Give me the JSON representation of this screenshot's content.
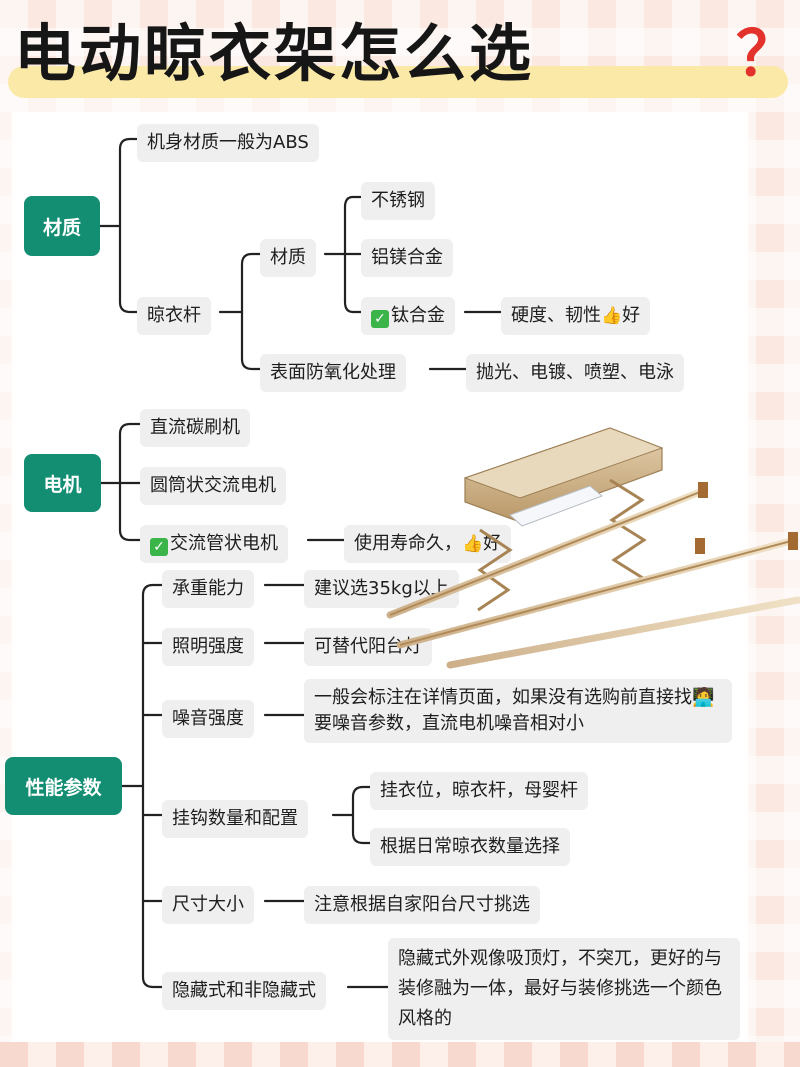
{
  "title": {
    "text": "电动晾衣架怎么选",
    "mark": "？"
  },
  "categories": {
    "material": "材质",
    "motor": "电机",
    "performance": "性能参数"
  },
  "material": {
    "body": "机身材质一般为ABS",
    "pole": "晾衣杆",
    "pole_material": "材质",
    "stainless": "不锈钢",
    "alloy_mg": "铝镁合金",
    "titanium": "钛合金",
    "titanium_note_a": "硬度、韧性",
    "titanium_note_b": "好",
    "surface": "表面防氧化处理",
    "surface_options": "抛光、电镀、喷塑、电泳"
  },
  "motor": {
    "dc": "直流碳刷机",
    "ac_cyl": "圆筒状交流电机",
    "ac_tube": "交流管状电机",
    "ac_tube_note_a": "使用寿命久，",
    "ac_tube_note_b": "好"
  },
  "performance": {
    "load": "承重能力",
    "load_note": "建议选35kg以上",
    "light": "照明强度",
    "light_note": "可替代阳台灯",
    "noise": "噪音强度",
    "noise_note": "一般会标注在详情页面，如果没有选购前直接找🧑‍💻要噪音参数，直流电机噪音相对小",
    "hooks": "挂钩数量和配置",
    "hooks_note1": "挂衣位，晾衣杆，母婴杆",
    "hooks_note2": "根据日常晾衣数量选择",
    "size": "尺寸大小",
    "size_note": "注意根据自家阳台尺寸挑选",
    "hidden": "隐藏式和非隐藏式",
    "hidden_note": "隐藏式外观像吸顶灯，不突兀，更好的与装修融为一体，最好与装修挑选一个颜色风格的"
  },
  "icons": {
    "check": "check-box-icon",
    "thumb": "thumbs-up-icon",
    "product": "clothes-rack-photo"
  },
  "colors": {
    "category": "#138e73",
    "title_highlight": "#fbe9a8",
    "question_mark": "#e3322b",
    "check": "#3bb54a"
  }
}
